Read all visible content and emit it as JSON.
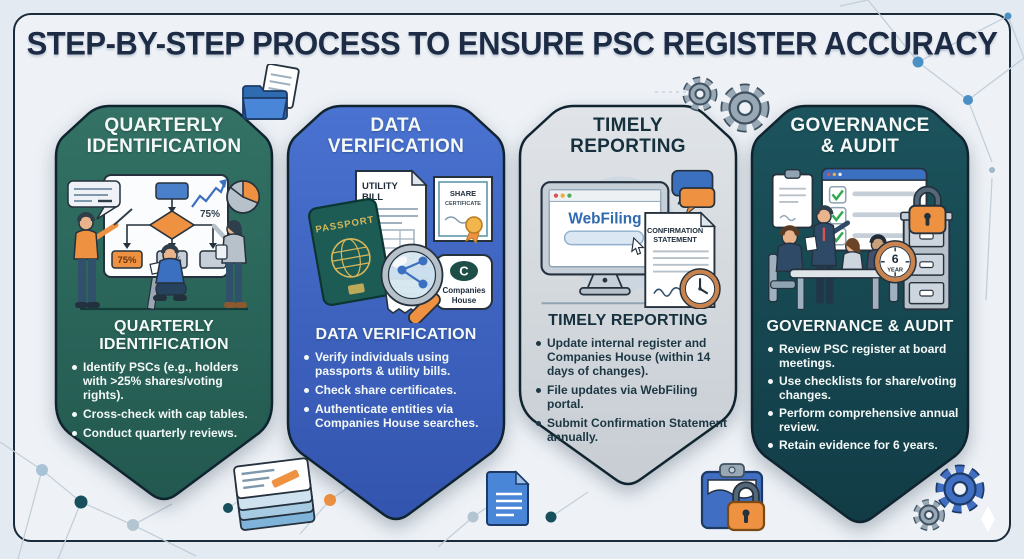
{
  "title": "STEP-BY-STEP PROCESS TO ENSURE PSC REGISTER ACCURACY",
  "steps": [
    {
      "heading": [
        "QUARTERLY",
        "IDENTIFICATION"
      ],
      "section_title": "QUARTERLY IDENTIFICATION",
      "bullets": [
        "Identify PSCs (e.g., holders with >25% shares/voting rights).",
        "Cross-check with cap tables.",
        "Conduct quarterly reviews."
      ],
      "color": "#2c6a63"
    },
    {
      "heading": [
        "DATA",
        "VERIFICATION"
      ],
      "section_title": "DATA VERIFICATION",
      "bullets": [
        "Verify individuals using passports & utility bills.",
        "Check share certificates.",
        "Authenticate entities via Companies House searches."
      ],
      "color": "#3c64c2"
    },
    {
      "heading": [
        "TIMELY",
        "REPORTING"
      ],
      "section_title": "TIMELY REPORTING",
      "bullets": [
        "Update internal register and Companies House (within 14 days of changes).",
        "File updates via WebFiling portal.",
        "Submit Confirmation Statement annually."
      ],
      "color": "#d5dade"
    },
    {
      "heading": [
        "GOVERNANCE",
        "& AUDIT"
      ],
      "section_title": "GOVERNANCE & AUDIT",
      "bullets": [
        "Review PSC register at board meetings.",
        "Use checklists for share/voting changes.",
        "Perform comprehensive annual review.",
        "Retain evidence for 6 years."
      ],
      "color": "#174750"
    }
  ],
  "illustrations": {
    "flowchart": {
      "trend_label": "75%",
      "box1_label": "75%",
      "box2_label": "75%"
    },
    "passport_label": "PASSPORT",
    "utility_bill": [
      "UTILITY",
      "BILL"
    ],
    "share_certificate": [
      "SHARE",
      "CERTIFICATE"
    ],
    "companies_house_initial": "C",
    "companies_house": [
      "Companies",
      "House"
    ],
    "webfiling_label": "WebFiling",
    "confirmation_statement": [
      "CONFIRMATION",
      "STATEMENT"
    ],
    "retention_badge": {
      "number": "6",
      "unit": "YEAR"
    }
  },
  "colors": {
    "title": "#1d2b45",
    "background": "#eef2f7",
    "panel_quarterly": "#2c6a63",
    "panel_verification": "#3c64c2",
    "panel_reporting": "#d5dade",
    "panel_governance": "#174750",
    "accent_orange": "#ee9140",
    "accent_blue": "#3b6fc0",
    "check_green": "#2faa4e"
  }
}
